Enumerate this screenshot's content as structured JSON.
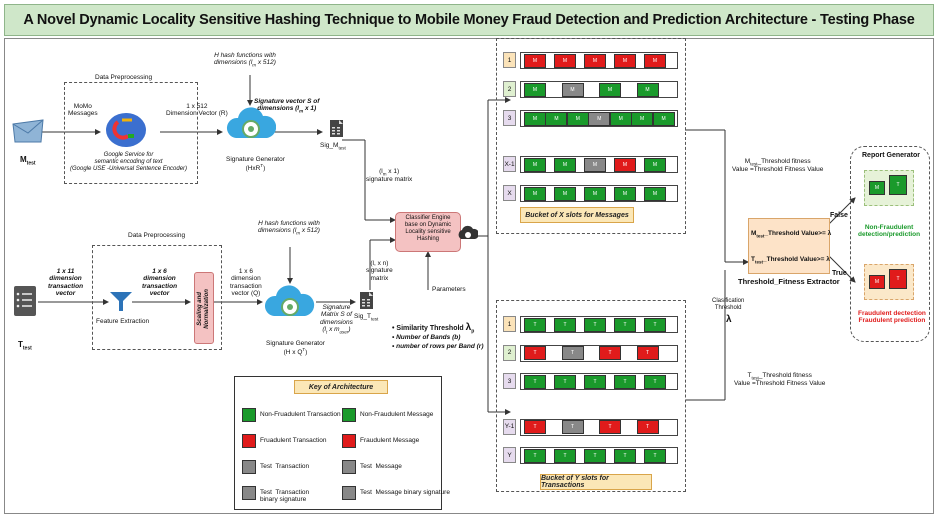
{
  "title": "A Novel Dynamic Locality Sensitive  Hashing Technique to Mobile Money Fraud Detection and  Prediction Architecture - Testing Phase",
  "top": {
    "input_label": "M",
    "input_sub": "test",
    "preprocessing_title": "Data Preprocessing",
    "momo_label": "MoMo\nMessages",
    "service_caption": "Google Service for\nsemantic encoding of text\n(Google USE -Universal Sentence Encoder)",
    "dim_vector": "1 x 512\nDimension Vector (R)",
    "hash_functions": "H hash functions with\ndimensions (l",
    "hash_functions_tail": " x 512)",
    "sig_vector": "Signature vector S of\ndimensions (l",
    "sig_vector_tail": " x 1)",
    "sig_gen": "Signature Generator\n(HxR",
    "sig_gen_tail": ")",
    "sig_m_test": "Sig_M",
    "sig_m_sub": "test",
    "sig_matrix": "(l",
    "sig_matrix_tail": " x 1)\nsignature matrix"
  },
  "bottom": {
    "input_label": "T",
    "input_sub": "test",
    "preprocessing_title": "Data Preprocessing",
    "tx_vector": "1 x 11\ndimension\ntransaction\nvector",
    "feature_extraction": "Feature Extraction",
    "tx_vector6": "1 x 6\ndimension\ntransaction\nvector",
    "scaling": "Scaling and\nNormalization",
    "dim_vector_q": "1 x 6\ndimension\ntransaction\nvector (Q)",
    "hash_functions": "H hash functions with\ndimensions (l",
    "hash_functions_tail": " x 512)",
    "sig_gen": "Signature Generator\n(H x Q",
    "sig_gen_tail": ")",
    "sig_matrix_s": "Signature\nMatrix S of\ndimensions",
    "sig_matrix_s_dims": "(l",
    "sig_matrix_s_dims_tail": " x m",
    "sig_matrix_s_dims_end": ")",
    "sig_t_test": "Sig_T",
    "sig_t_sub": "test",
    "lxn": "(l, x n)\nsignature\nmatrix"
  },
  "classifier": {
    "label": "Classifier Engine\nbase on Dynamic\nLocality sensitive\nHashing",
    "parameters": "Parameters",
    "similarity": "Similarity Threshold",
    "lambda_p": "λ",
    "lambda_sub": "p",
    "bands": "Number of Bands (b)",
    "rows": "number of  rows per Band (r)"
  },
  "bucket_x": {
    "label": "Bucket of X slots for  Messages",
    "rows": [
      {
        "num": "1",
        "cells": [
          [
            "r",
            "M"
          ],
          [
            "r",
            "M"
          ],
          [
            "r",
            "M"
          ],
          [
            "r",
            "M"
          ],
          [
            "r",
            "M"
          ]
        ]
      },
      {
        "num": "2",
        "cells": [
          [
            "g",
            "M"
          ],
          [
            "gy",
            "M"
          ],
          [
            "g",
            "M"
          ],
          [
            "g",
            "M"
          ]
        ]
      },
      {
        "num": "3",
        "cells": [
          [
            "g",
            "M"
          ],
          [
            "g",
            "M"
          ],
          [
            "g",
            "M"
          ],
          [
            "gy",
            "M"
          ],
          [
            "g",
            "M"
          ],
          [
            "g",
            "M"
          ],
          [
            "g",
            "M"
          ]
        ]
      },
      {
        "num": "X-1",
        "cells": [
          [
            "g",
            "M"
          ],
          [
            "g",
            "M"
          ],
          [
            "gy",
            "M"
          ],
          [
            "r",
            "M"
          ],
          [
            "g",
            "M"
          ]
        ]
      },
      {
        "num": "X",
        "cells": [
          [
            "g",
            "M"
          ],
          [
            "g",
            "M"
          ],
          [
            "g",
            "M"
          ],
          [
            "g",
            "M"
          ],
          [
            "g",
            "M"
          ]
        ]
      }
    ]
  },
  "bucket_y": {
    "label": "Bucket of Y slots for  Transactions",
    "rows": [
      {
        "num": "1",
        "cells": [
          [
            "g",
            "T"
          ],
          [
            "g",
            "T"
          ],
          [
            "g",
            "T"
          ],
          [
            "g",
            "T"
          ],
          [
            "g",
            "T"
          ]
        ]
      },
      {
        "num": "2",
        "cells": [
          [
            "r",
            "T"
          ],
          [
            "gy",
            "T"
          ],
          [
            "r",
            "T"
          ],
          [
            "r",
            "T"
          ]
        ]
      },
      {
        "num": "3",
        "cells": [
          [
            "g",
            "T"
          ],
          [
            "g",
            "T"
          ],
          [
            "g",
            "T"
          ],
          [
            "g",
            "T"
          ],
          [
            "g",
            "T"
          ]
        ]
      },
      {
        "num": "Y-1",
        "cells": [
          [
            "r",
            "T"
          ],
          [
            "gy",
            "T"
          ],
          [
            "r",
            "T"
          ],
          [
            "r",
            "T"
          ]
        ]
      },
      {
        "num": "Y",
        "cells": [
          [
            "g",
            "T"
          ],
          [
            "g",
            "T"
          ],
          [
            "g",
            "T"
          ],
          [
            "g",
            "T"
          ],
          [
            "g",
            "T"
          ]
        ]
      }
    ]
  },
  "threshold": {
    "m_fitness": "M",
    "m_fitness_sub": "test",
    "m_fitness_tail": "_Threshold fitness\nValue =Threshold Fitness Value",
    "t_fitness": "T",
    "t_fitness_sub": "test",
    "t_fitness_tail": "_Threshold fitness\nValue =Threshold Fitness Value",
    "cond1": "M",
    "cond1_sub": "test",
    "cond1_tail": "_Threshold Value>= λ",
    "cond2": "T",
    "cond2_sub": "test",
    "cond2_tail": "_Threshold Value>= λ",
    "extractor": "Threshold_Fitness Extractor",
    "classification": "Clasification\nThreshold",
    "lambda": "λ",
    "false_label": "False",
    "true_label": "True"
  },
  "report": {
    "title": "Report Generator",
    "non_fraud": "Non-Fraudulent\ndetection/prediction",
    "fraud": "Fraudulent dectection\nFraudulent prediction",
    "m_test": "M",
    "t_test": "T"
  },
  "key": {
    "title": "Key of Architecture",
    "items": [
      "Non-Fruadulent Transaction",
      "Fruadulent Transaction",
      "Test  Transaction",
      "Test  Transaction\nbinary signature",
      "Non-Fraudulent Message",
      "Fraudulent Message",
      "Test  Message",
      "Test  Message binary signature"
    ]
  },
  "colors": {
    "green": "#1a9a2b",
    "red": "#e01b1b",
    "gray": "#888888",
    "title_bg": "#cfe7c9",
    "classifier_bg": "#f4c2c2",
    "threshold_bg": "#fde3c8"
  }
}
